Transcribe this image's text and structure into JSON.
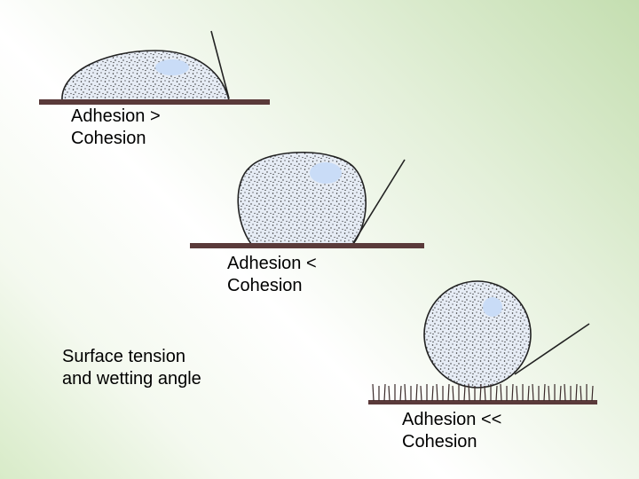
{
  "colors": {
    "surface": "#5a3a3a",
    "droplet_fill": "#e6ecf5",
    "highlight": "#c9dcf7",
    "ink": "#000000"
  },
  "diagram": {
    "title_line1": "Surface tension",
    "title_line2": "and wetting angle",
    "cases": [
      {
        "line1": "Adhesion >",
        "line2": "Cohesion",
        "substrate": "smooth"
      },
      {
        "line1": "Adhesion <",
        "line2": "Cohesion",
        "substrate": "smooth"
      },
      {
        "line1": "Adhesion <<",
        "line2": "Cohesion",
        "substrate": "bristled"
      }
    ]
  }
}
